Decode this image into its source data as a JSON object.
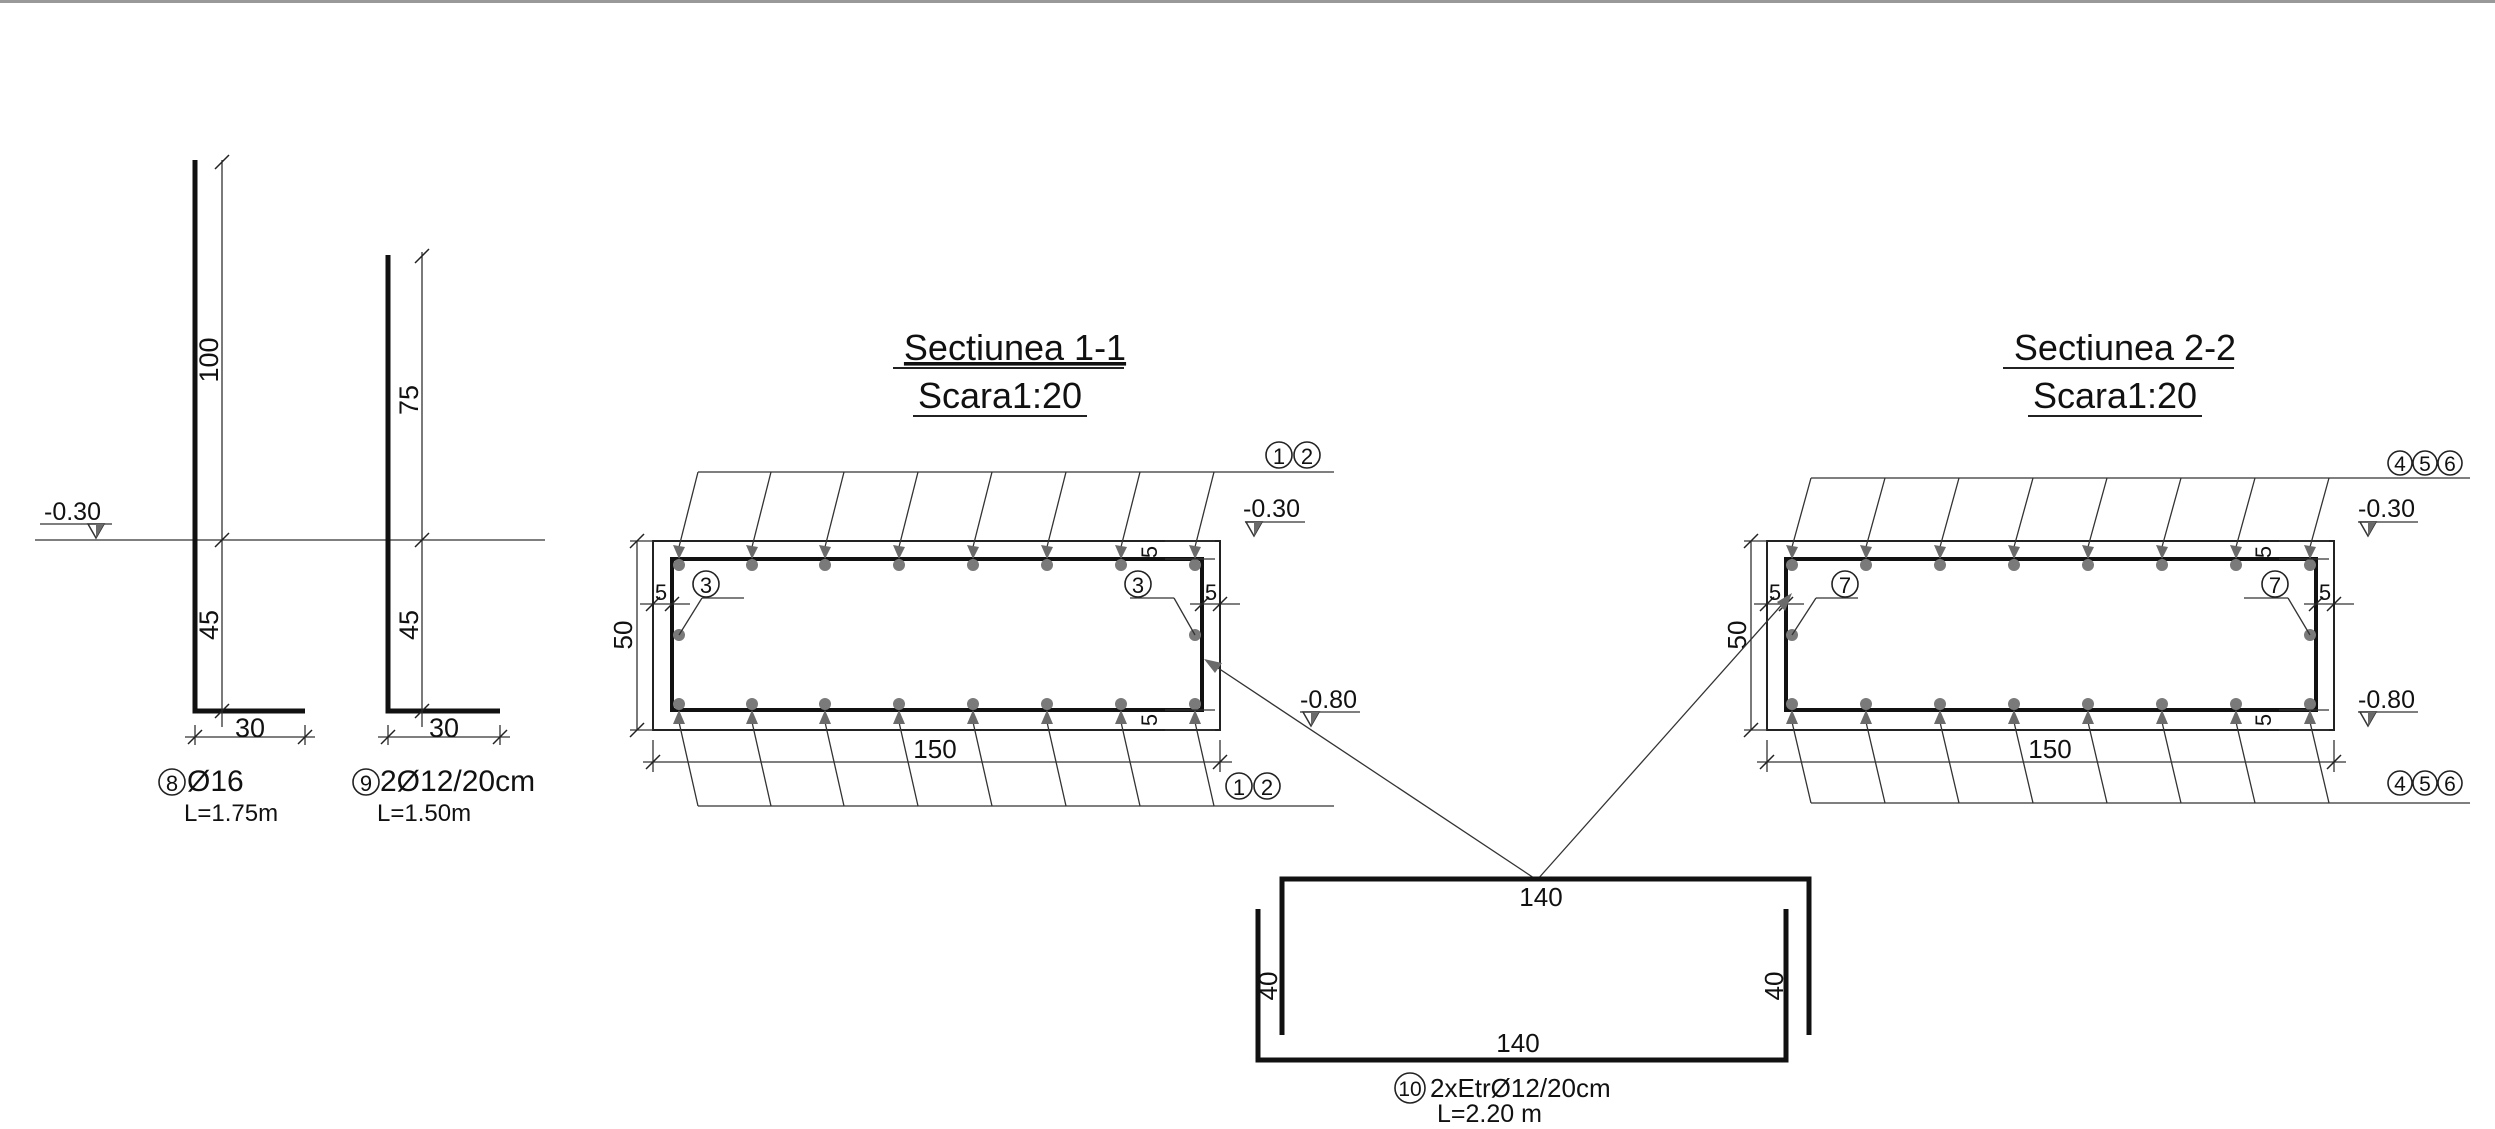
{
  "border_color": "#999999",
  "drawing_color": "#111111",
  "rebar_dot_color": "#7a7a7a",
  "icons": [
    "level-marker-icon",
    "arrowhead-icon"
  ],
  "bar8": {
    "dim_top": "100",
    "dim_bottom": "45",
    "dim_foot": "30",
    "mark": "8",
    "desc": "Ø16",
    "length": "L=1.75m"
  },
  "bar9": {
    "dim_top": "75",
    "dim_bottom": "45",
    "dim_foot": "30",
    "mark": "9",
    "desc": "2Ø12/20cm",
    "length": "L=1.50m"
  },
  "ground_level": "-0.30",
  "section1": {
    "title": "Sectiunea 1-1",
    "scale": "Scara1:20",
    "top_marks": [
      "1",
      "2"
    ],
    "bottom_marks": [
      "1",
      "2"
    ],
    "side_mark": "3",
    "level_top": "-0.30",
    "level_bottom": "-0.80",
    "width": "150",
    "height": "50",
    "cover": "5"
  },
  "section2": {
    "title": "Sectiunea 2-2",
    "scale": "Scara1:20",
    "top_marks": [
      "4",
      "5",
      "6"
    ],
    "bottom_marks": [
      "4",
      "5",
      "6"
    ],
    "side_mark": "7",
    "level_top": "-0.30",
    "level_bottom": "-0.80",
    "width": "150",
    "height": "50",
    "cover": "5"
  },
  "stirrup": {
    "top_length": "140",
    "bottom_length": "140",
    "left_leg": "40",
    "right_leg": "40",
    "mark": "10",
    "desc": "2xEtrØ12/20cm",
    "length": "L=2.20 m"
  }
}
